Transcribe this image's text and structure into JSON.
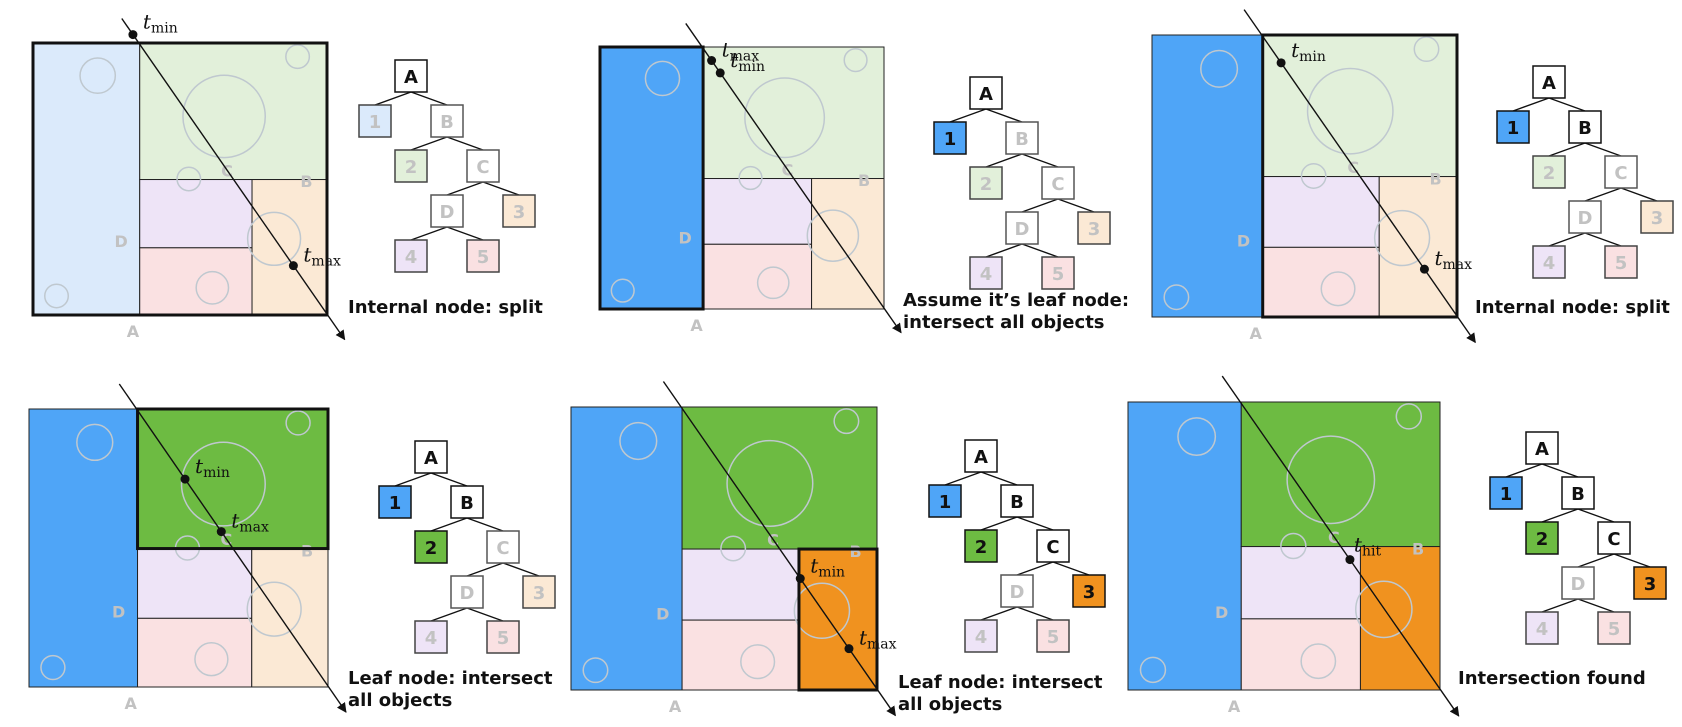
{
  "node_labels": {
    "A": "A",
    "B": "B",
    "C": "C",
    "D": "D",
    "1": "1",
    "2": "2",
    "3": "3",
    "4": "4",
    "5": "5"
  },
  "t_labels": {
    "var": "t",
    "min": "min",
    "max": "max",
    "hit": "hit"
  },
  "colors": {
    "region1_faint": "#dbeafb",
    "region1_active": "#4fa5f7",
    "region2_faint": "#e2f0da",
    "region2_active": "#6dbb42",
    "region3_faint": "#fbe9d5",
    "region3_active": "#f0921f",
    "region4_faint": "#eee4f7",
    "region5_faint": "#fae1e2",
    "ghost_label": "#c2c2c2",
    "ghost_circle": "#bfc8cf",
    "border": "#111111"
  },
  "panels": [
    {
      "id": "p1",
      "caption": [
        "Internal node: split"
      ],
      "states": {
        "r1": "faint",
        "r2": "faint",
        "r3": "faint",
        "r4": "faint",
        "r5": "faint"
      },
      "highlight": "A",
      "tree_active": [
        "A"
      ],
      "tree_filled": [],
      "points": [
        "min",
        "max"
      ]
    },
    {
      "id": "p2",
      "caption": [
        "Assume it’s leaf node:",
        "intersect all objects"
      ],
      "states": {
        "r1": "active",
        "r2": "faint",
        "r3": "faint",
        "r4": "faint",
        "r5": "faint"
      },
      "highlight": "1",
      "tree_active": [
        "A"
      ],
      "tree_filled": [
        "1"
      ],
      "points": [
        "min",
        "max"
      ]
    },
    {
      "id": "p3",
      "caption": [
        "Internal node: split"
      ],
      "states": {
        "r1": "active",
        "r2": "faint",
        "r3": "faint",
        "r4": "faint",
        "r5": "faint"
      },
      "highlight": "B",
      "tree_active": [
        "A",
        "B"
      ],
      "tree_filled": [
        "1"
      ],
      "points": [
        "min",
        "max"
      ]
    },
    {
      "id": "p4",
      "caption": [
        "Leaf node: intersect",
        "all objects"
      ],
      "states": {
        "r1": "active",
        "r2": "active",
        "r3": "faint",
        "r4": "faint",
        "r5": "faint"
      },
      "highlight": "2",
      "tree_active": [
        "A",
        "B"
      ],
      "tree_filled": [
        "1",
        "2"
      ],
      "points": [
        "min",
        "max"
      ]
    },
    {
      "id": "p5",
      "caption": [
        "Leaf node: intersect",
        "all objects"
      ],
      "states": {
        "r1": "active",
        "r2": "active",
        "r3": "active",
        "r4": "faint",
        "r5": "faint"
      },
      "highlight": "3",
      "tree_active": [
        "A",
        "B",
        "C"
      ],
      "tree_filled": [
        "1",
        "2",
        "3"
      ],
      "points": [
        "min",
        "max"
      ]
    },
    {
      "id": "p6",
      "caption": [
        "Intersection found"
      ],
      "states": {
        "r1": "active",
        "r2": "active",
        "r3": "active",
        "r4": "faint",
        "r5": "faint"
      },
      "highlight": "none",
      "tree_active": [
        "A",
        "B",
        "C"
      ],
      "tree_filled": [
        "1",
        "2",
        "3"
      ],
      "points": [
        "hit"
      ]
    }
  ]
}
